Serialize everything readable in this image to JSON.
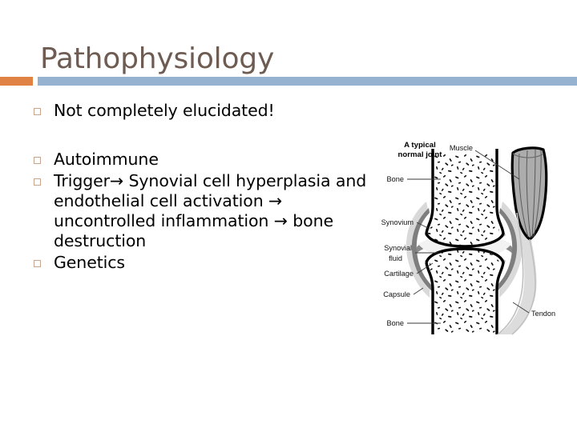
{
  "slide": {
    "title": "Pathophysiology",
    "accent_orange": "#DF8244",
    "accent_blue": "#95B3D1",
    "title_color": "#6E5B52",
    "bullet_color": "#C8A58A",
    "background": "#FFFFFF"
  },
  "bullets": [
    {
      "text": "Not completely elucidated!"
    },
    {
      "text": "Autoimmune"
    },
    {
      "text": "Trigger→ Synovial cell hyperplasia and endothelial cell activation → uncontrolled inflammation → bone destruction"
    },
    {
      "text": "Genetics"
    }
  ],
  "figure": {
    "title": "A typical\nnormal joint",
    "title_line1": "A typical",
    "title_line2": "normal joint",
    "labels": {
      "bone_top": "Bone",
      "synovium": "Synovium",
      "synovial_fluid_line1": "Synovial",
      "synovial_fluid_line2": "fluid",
      "cartilage": "Cartilage",
      "capsule": "Capsule",
      "bone_bottom": "Bone",
      "muscle": "Muscle",
      "tendon": "Tendon"
    }
  }
}
